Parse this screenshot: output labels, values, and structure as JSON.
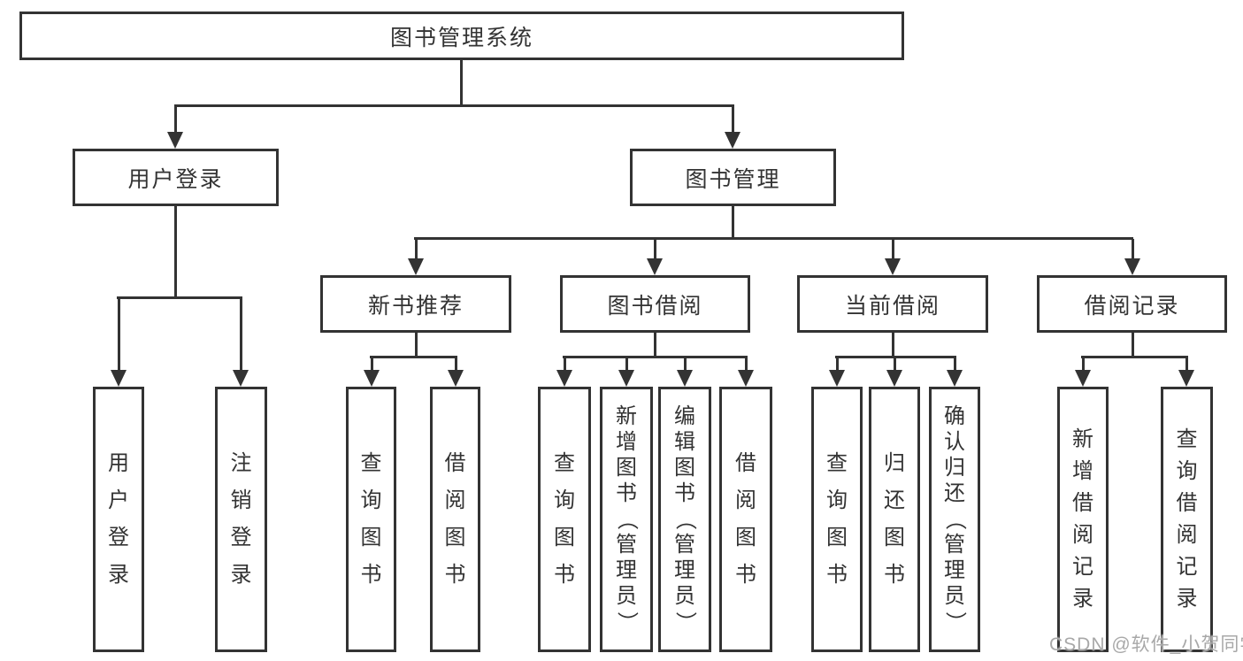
{
  "diagram": {
    "root": {
      "label": "图书管理系统"
    },
    "level2": [
      {
        "label": "用户登录"
      },
      {
        "label": "图书管理"
      }
    ],
    "level3": [
      {
        "label": "新书推荐"
      },
      {
        "label": "图书借阅"
      },
      {
        "label": "当前借阅"
      },
      {
        "label": "借阅记录"
      }
    ],
    "leaves": {
      "user_login": [
        {
          "label": "用户登录"
        },
        {
          "label": "注销登录"
        }
      ],
      "new_books": [
        {
          "label": "查询图书"
        },
        {
          "label": "借阅图书"
        }
      ],
      "book_borrow": [
        {
          "label": "查询图书"
        },
        {
          "label": "新增图书（管理员）"
        },
        {
          "label": "编辑图书（管理员）"
        },
        {
          "label": "借阅图书"
        }
      ],
      "current_borrow": [
        {
          "label": "查询图书"
        },
        {
          "label": "归还图书"
        },
        {
          "label": "确认归还（管理员）"
        }
      ],
      "borrow_records": [
        {
          "label": "新增借阅记录"
        },
        {
          "label": "查询借阅记录"
        }
      ]
    }
  },
  "watermark": {
    "text": "CSDN @软件_小贺同学"
  },
  "colors": {
    "line": "#333333",
    "text": "#333333",
    "watermark": "#a8a8a8",
    "background": "#ffffff"
  }
}
